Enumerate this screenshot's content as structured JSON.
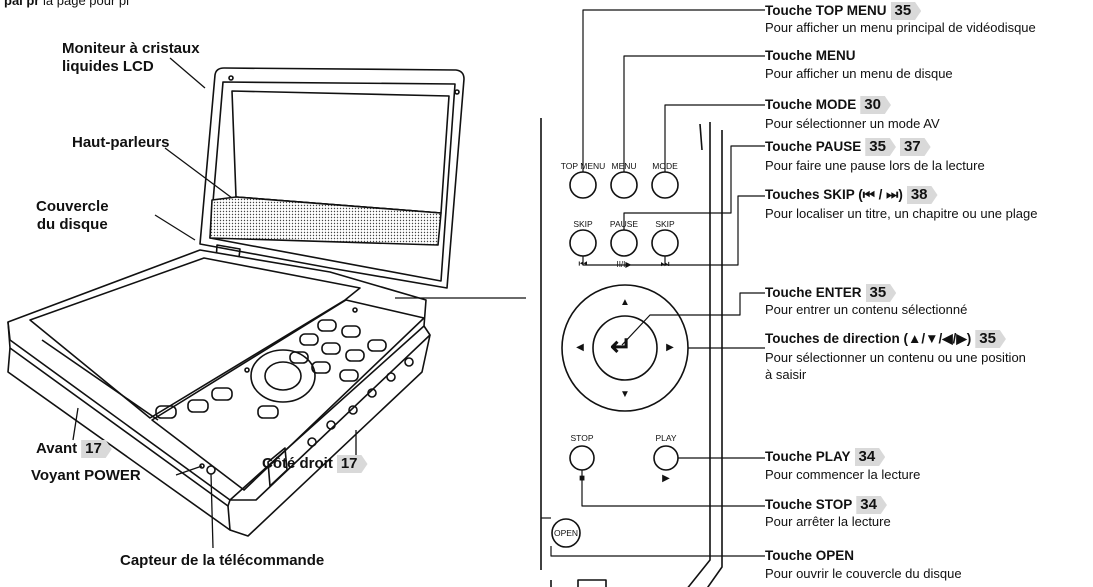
{
  "header_partial": {
    "bold": "pal pr",
    "rest": "             la page        pour pl"
  },
  "player_labels": {
    "lcd_line1": "Moniteur à cristaux",
    "lcd_line2": "liquides LCD",
    "speakers": "Haut-parleurs",
    "cover_line1": "Couvercle",
    "cover_line2": "du disque",
    "front": "Avant",
    "front_page": "17",
    "power": "Voyant POWER",
    "right_side": "Côté droit",
    "right_side_page": "17",
    "sensor": "Capteur de la télécommande"
  },
  "remote_labels": {
    "top_menu": "TOP MENU",
    "menu": "MENU",
    "mode": "MODE",
    "skip_left": "SKIP",
    "pause": "PAUSE",
    "skip_right": "SKIP",
    "stop": "STOP",
    "play": "PLAY",
    "open": "OPEN"
  },
  "glyphs": {
    "skip_prev": "⏮",
    "pause_play": "II/I▶",
    "skip_next": "⏭",
    "up": "▲",
    "down": "▼",
    "left": "◀",
    "right": "▶",
    "enter": "↵",
    "stop": "■",
    "play": "▶"
  },
  "callouts": [
    {
      "title": "Touche TOP MENU",
      "page": "35",
      "desc": "Pour afficher un menu principal de vidéodisque"
    },
    {
      "title": "Touche MENU",
      "page": "",
      "desc": "Pour afficher un menu de disque"
    },
    {
      "title": "Touche MODE",
      "page": "30",
      "desc": "Pour sélectionner un mode AV"
    },
    {
      "title": "Touche PAUSE",
      "page": "35",
      "page2": "37",
      "desc": "Pour faire une pause lors de la lecture"
    },
    {
      "title": "Touches SKIP (⏮ / ⏭)",
      "page": "38",
      "desc": "Pour localiser un titre, un chapitre ou une plage"
    },
    {
      "title": "Touche ENTER",
      "page": "35",
      "desc": "Pour entrer un contenu sélectionné"
    },
    {
      "title": "Touches de direction (▲/▼/◀/▶)",
      "page": "35",
      "desc": "Pour sélectionner un contenu ou une position",
      "desc2": "à saisir"
    },
    {
      "title": "Touche PLAY",
      "page": "34",
      "desc": "Pour commencer la lecture"
    },
    {
      "title": "Touche STOP",
      "page": "34",
      "desc": "Pour arrêter la lecture"
    },
    {
      "title": "Touche OPEN",
      "page": "",
      "desc": "Pour ouvrir le couvercle du disque"
    }
  ]
}
